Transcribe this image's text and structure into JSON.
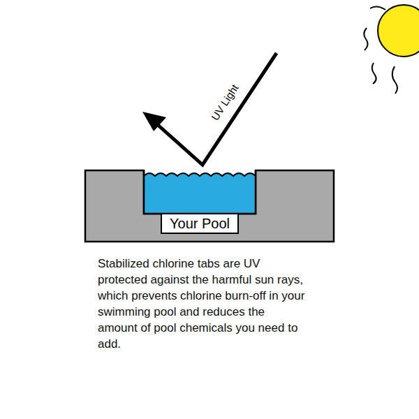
{
  "diagram": {
    "caption": "Stabilized chlorine tabs are UV protected against the harmful sun rays, which prevents chlorine burn-off in your swimming pool and reduces the amount of pool chemicals you need to add.",
    "nodes": [
      {
        "text": [
          "Your Pool"
        ]
      }
    ],
    "labels": [
      "UV Light"
    ]
  }
}
